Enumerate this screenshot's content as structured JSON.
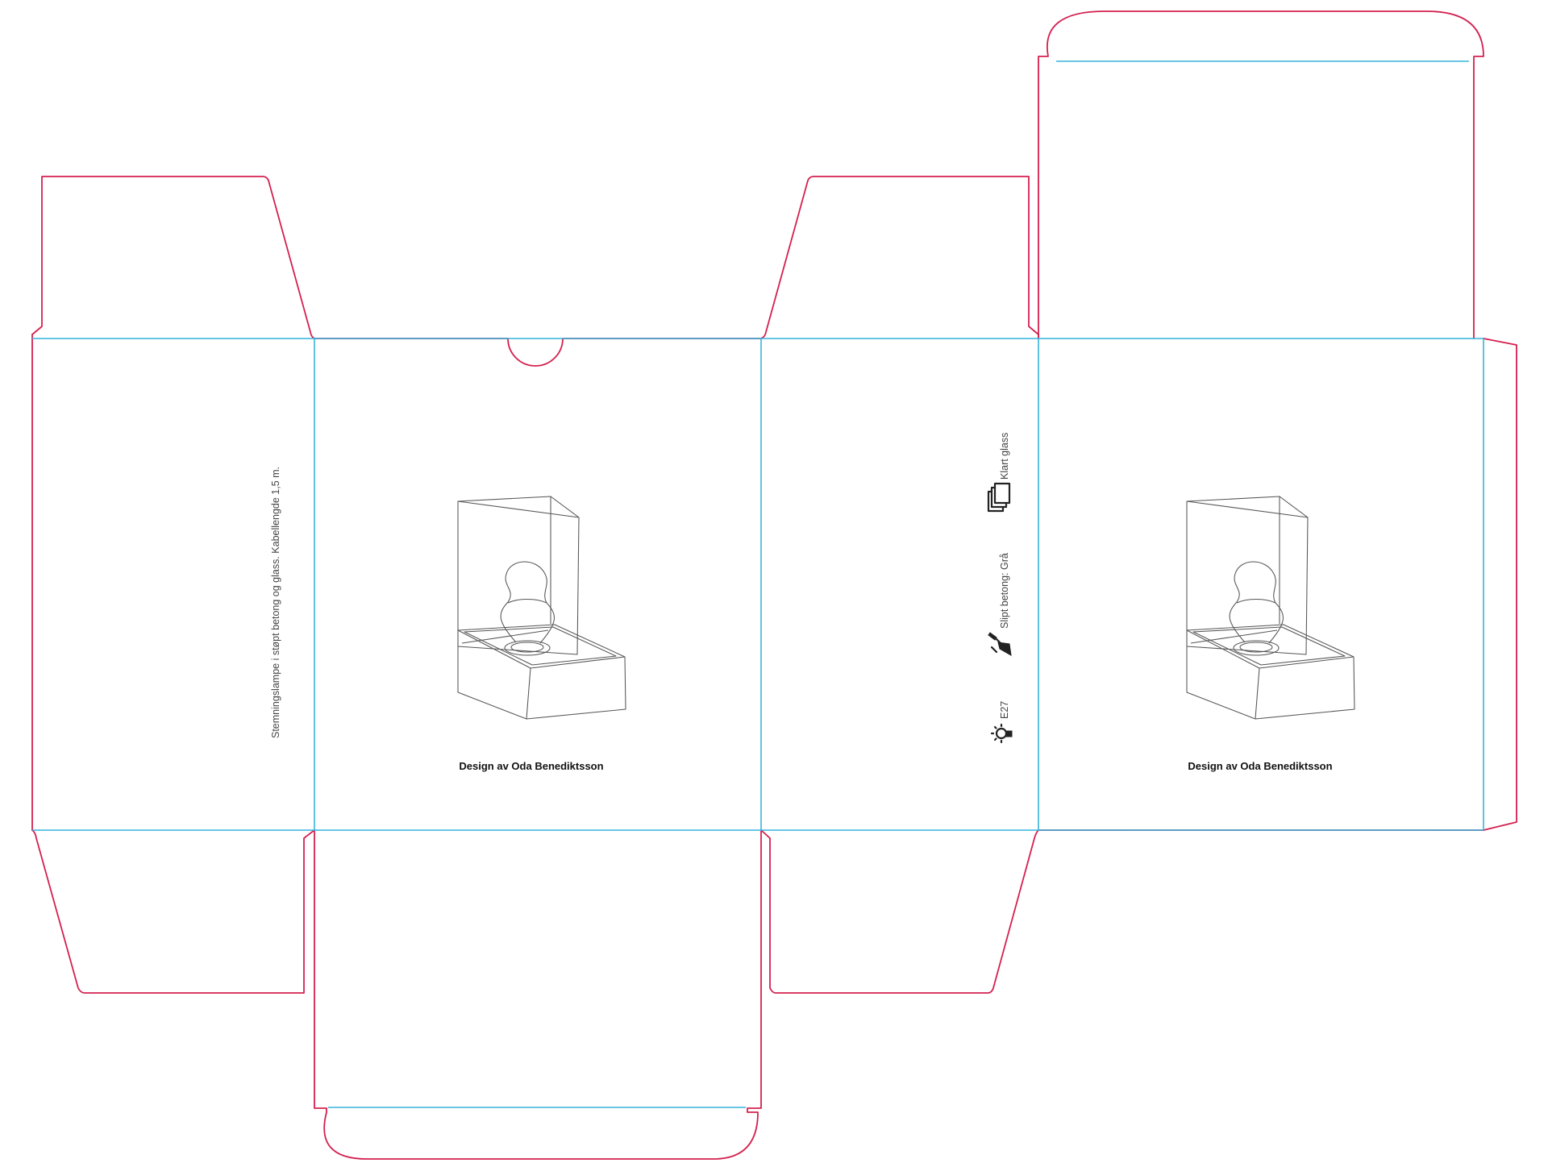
{
  "front_panel": {
    "credit": "Design av Oda Benediktsson",
    "illustration": "lamp-illustration"
  },
  "back_panel": {
    "credit": "Design av Oda Benediktsson",
    "illustration": "lamp-illustration"
  },
  "side_panel_left": {
    "description": "Stemningslampe i støpt betong og glass. Kabellengde 1,5 m."
  },
  "side_panel_right": {
    "specs": [
      {
        "icon": "glass-panes-icon",
        "label": "Klart  glass"
      },
      {
        "icon": "sanding-tool-icon",
        "label": "Slipt betong: Grå"
      },
      {
        "icon": "light-bulb-icon",
        "label": "E27"
      }
    ]
  },
  "colors": {
    "cut_line": "#d4204f",
    "fold_line": "#35b4dc",
    "illustration_line": "#555555",
    "text": "#111111"
  }
}
